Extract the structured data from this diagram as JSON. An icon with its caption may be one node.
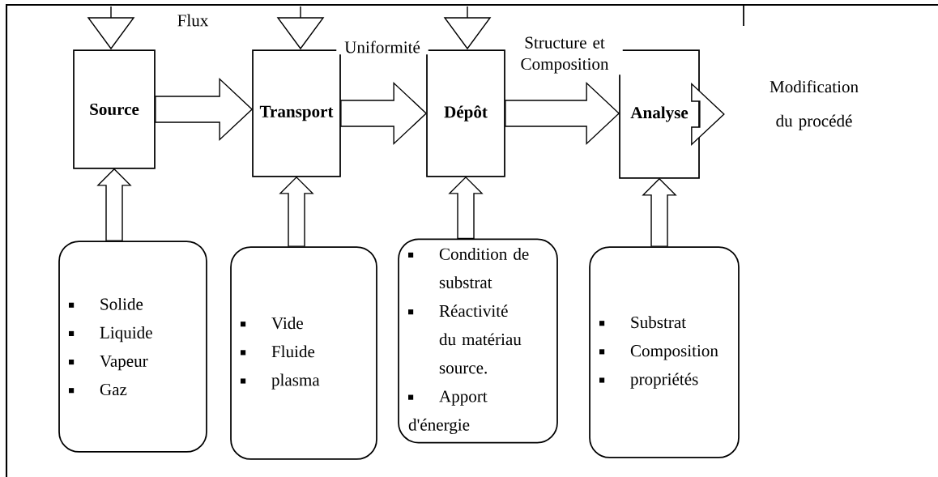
{
  "diagram": {
    "nodes": [
      {
        "text": [
          "Source"
        ]
      },
      {
        "text": [
          "Transport"
        ]
      },
      {
        "text": [
          "Dépôt"
        ]
      },
      {
        "text": [
          "Analyse"
        ]
      },
      {
        "text": [
          "Solide",
          "Liquide",
          "Vapeur",
          "Gaz"
        ]
      },
      {
        "text": [
          "Vide",
          "Fluide",
          "plasma"
        ]
      },
      {
        "text": [
          "Condition de substrat",
          "Réactivité du matériau source.",
          "Apport d'énergie"
        ]
      },
      {
        "text": [
          "Substrat",
          "Composition",
          "propriétés"
        ]
      },
      {
        "text": [
          "Modification du procédé"
        ]
      }
    ],
    "edges": [
      {
        "from": 0,
        "to": 1,
        "arrow": "to",
        "label": "Flux"
      },
      {
        "from": 1,
        "to": 2,
        "arrow": "to",
        "label": "Uniformité"
      },
      {
        "from": 2,
        "to": 3,
        "arrow": "to",
        "label": "Structure et Composition"
      },
      {
        "from": 3,
        "to": 8,
        "arrow": "to"
      },
      {
        "from": 4,
        "to": 0,
        "arrow": "to"
      },
      {
        "from": 5,
        "to": 1,
        "arrow": "to"
      },
      {
        "from": 6,
        "to": 2,
        "arrow": "to"
      },
      {
        "from": 7,
        "to": 3,
        "arrow": "to"
      }
    ]
  }
}
